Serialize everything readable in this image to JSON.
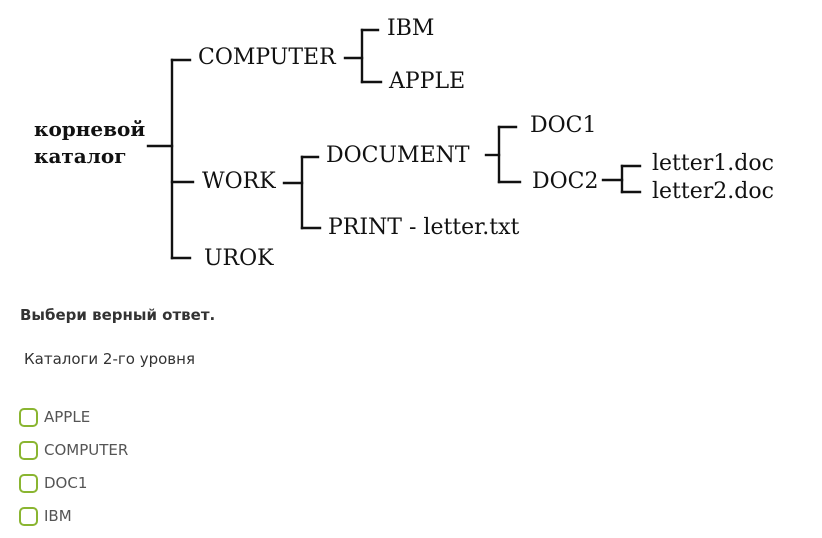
{
  "tree": {
    "root_line1": "корневой",
    "root_line2": "каталог",
    "computer": "COMPUTER",
    "ibm": "IBM",
    "apple": "APPLE",
    "work": "WORK",
    "document": "DOCUMENT",
    "doc1": "DOC1",
    "doc2": "DOC2",
    "letter1": "letter1.doc",
    "letter2": "letter2.doc",
    "print": "PRINT - letter.txt",
    "urok": "UROK"
  },
  "prompt": "Выбери верный ответ.",
  "question": "Каталоги 2-го уровня",
  "options": [
    {
      "label": "APPLE",
      "checked": false
    },
    {
      "label": "COMPUTER",
      "checked": false
    },
    {
      "label": "DOC1",
      "checked": false
    },
    {
      "label": "IBM",
      "checked": false
    }
  ],
  "colors": {
    "checkbox_border": "#8ab531",
    "text": "#333333"
  }
}
